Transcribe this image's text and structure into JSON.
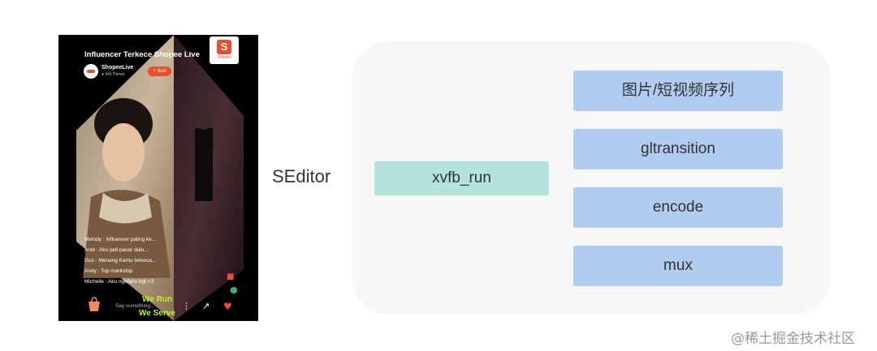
{
  "phone": {
    "title": "Influencer Terkece Shopee Live",
    "logo_text": "S",
    "logo_word": "Shopee",
    "channel_name": "ShopeeLive",
    "viewer_count": "● 441 Penon",
    "follow_label": "+ Ikuti",
    "comments": [
      "Melody : Influencer paling ke...",
      "Andi : Aku jadi pasar dulu...",
      "Gus : Menang Kamu terkeca...",
      "Andy : Top markotop",
      "Michelle : Aku ngefans bgt <3"
    ],
    "say_something_placeholder": "Say something...",
    "overlay_line1": "We Run",
    "overlay_line2": "We Serve",
    "icons": [
      "shopping-bag-icon",
      "more-icon",
      "share-icon",
      "heart-icon",
      "gift-icon",
      "coin-icon"
    ]
  },
  "editor_label": "SEditor",
  "diagram": {
    "runner": "xvfb_run",
    "steps": [
      "图片/短视频序列",
      "gltransition",
      "encode",
      "mux"
    ],
    "colors": {
      "runner": "#b3e3dc",
      "step": "#b0ccf1",
      "panel": "#f7f7f7"
    }
  },
  "watermark": "@稀土掘金技术社区"
}
